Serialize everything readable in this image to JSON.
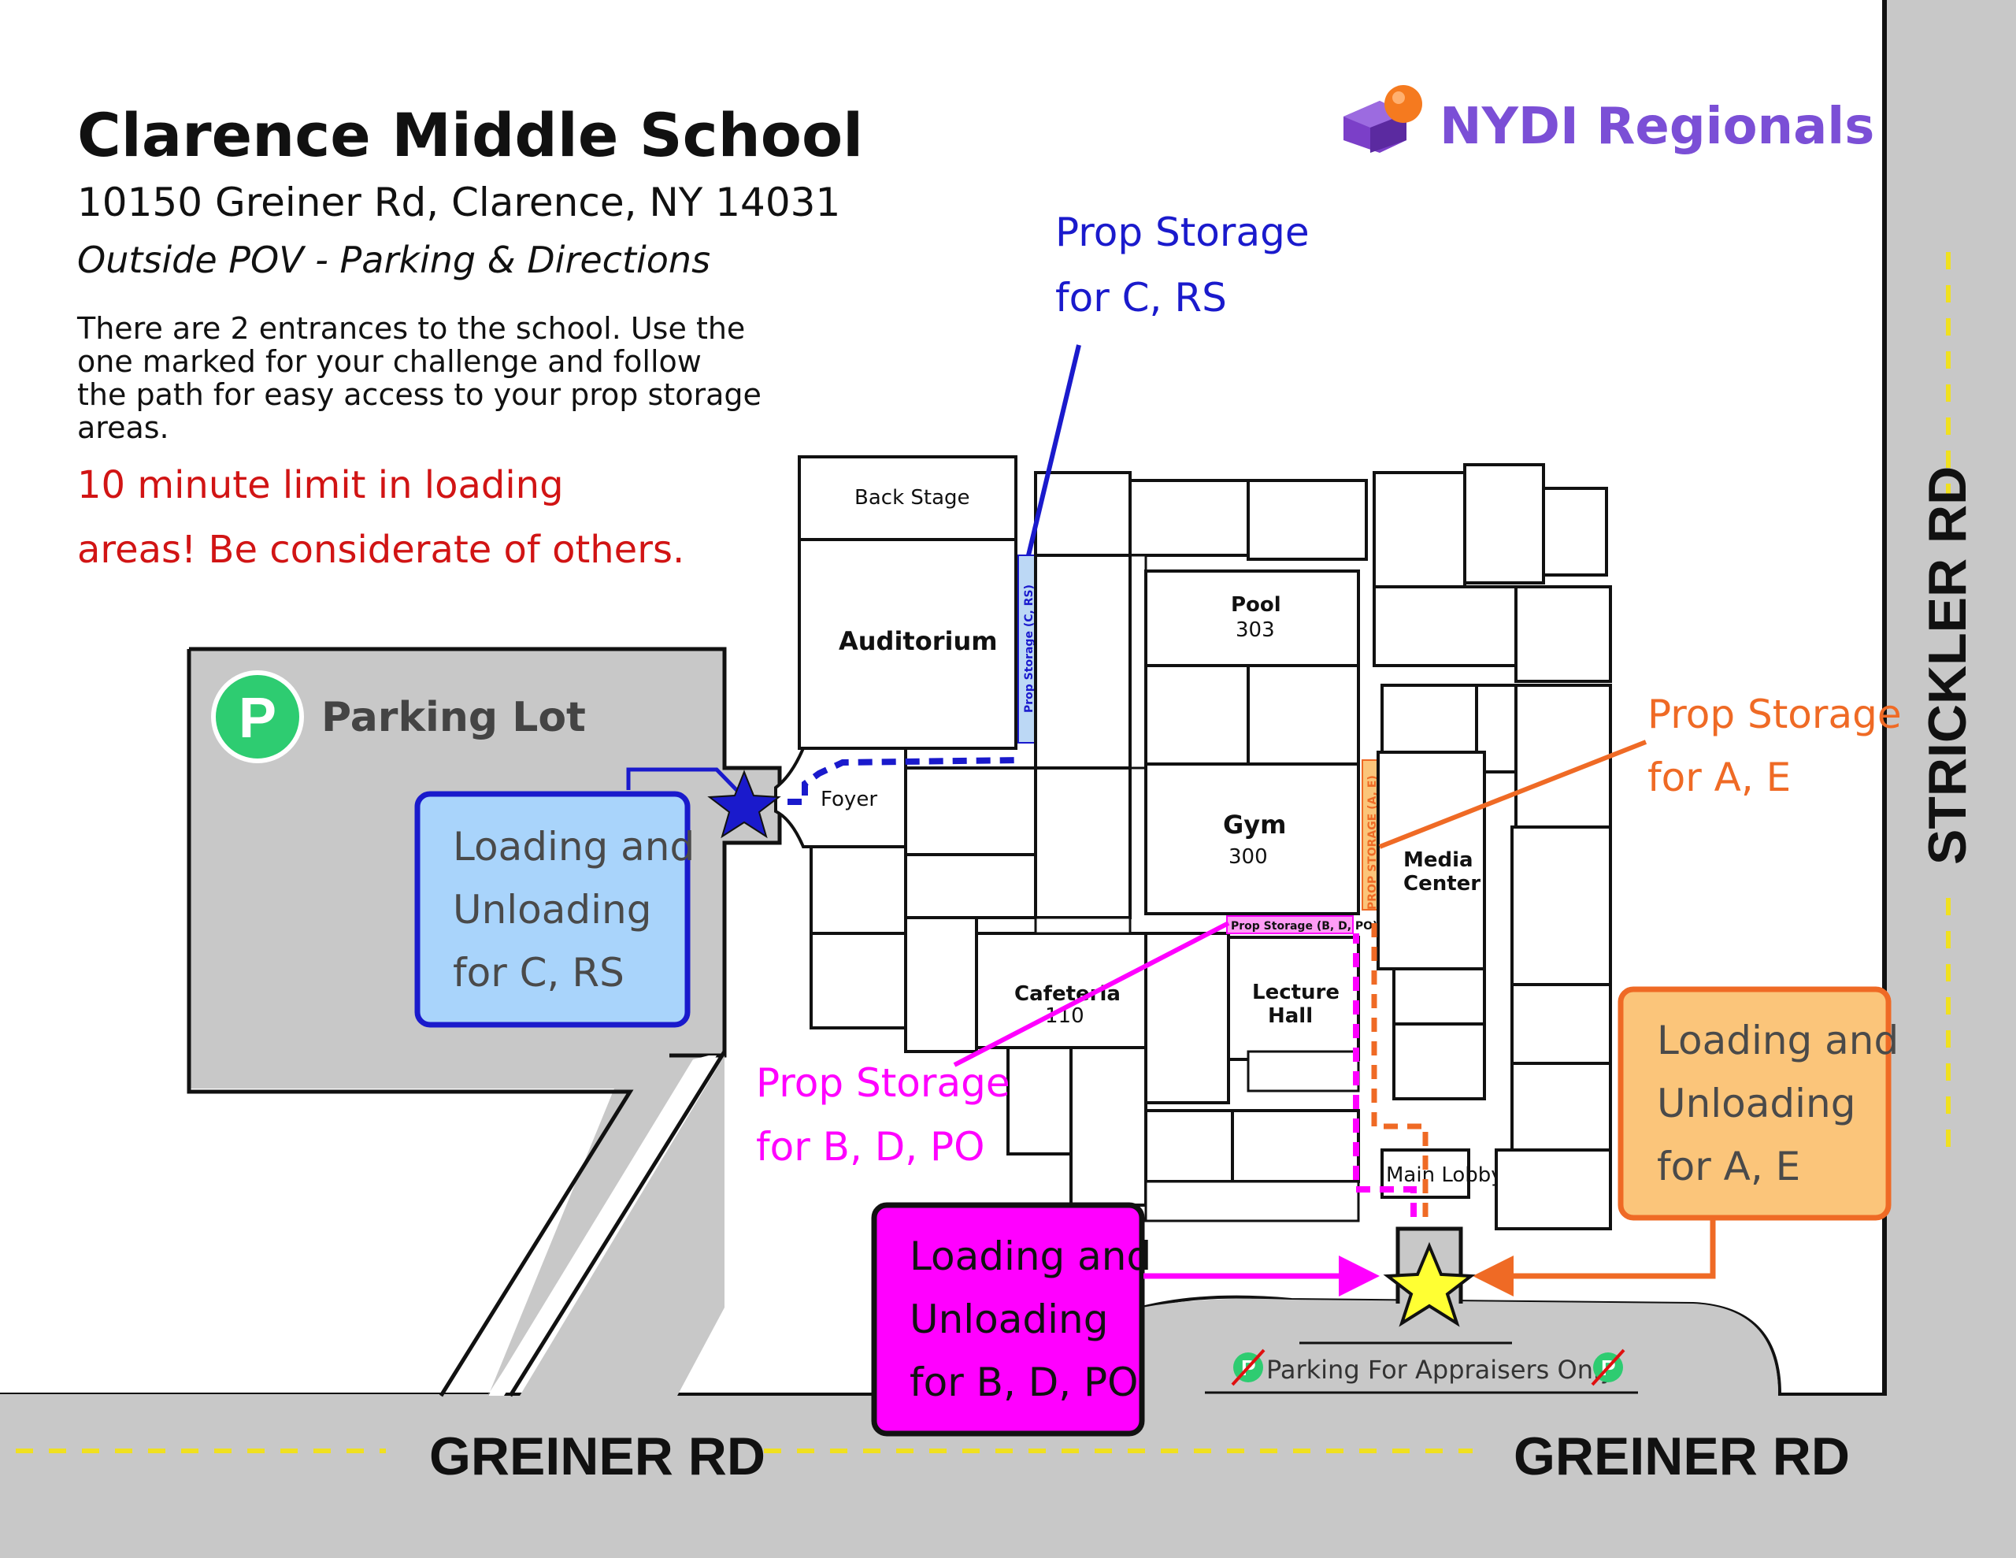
{
  "header": {
    "title": "Clarence Middle School",
    "address": "10150 Greiner Rd, Clarence, NY 14031",
    "subtitle": "Outside POV - Parking & Directions",
    "intro": [
      "There are 2 entrances to the school. Use the",
      "one marked for your challenge and follow",
      "the path for easy access to your prop storage",
      "areas."
    ],
    "warning": [
      "10 minute limit in loading",
      "areas! Be considerate of others."
    ]
  },
  "brand": {
    "name": "NYDI Regionals",
    "color": "#7b4fd6"
  },
  "roads": {
    "greiner_left": "GREINER RD",
    "greiner_right": "GREINER RD",
    "strickler": "STRICKLER RD"
  },
  "parking": {
    "icon_letter": "P",
    "label": "Parking Lot",
    "appraisers": "Parking For Appraisers Only"
  },
  "rooms": {
    "back_stage": "Back Stage",
    "auditorium": "Auditorium",
    "foyer": "Foyer",
    "pool": "Pool",
    "pool_num": "303",
    "gym": "Gym",
    "gym_num": "300",
    "media": [
      "Media",
      "Center"
    ],
    "lecture": [
      "Lecture",
      "Hall"
    ],
    "cafeteria": "Cafeteria",
    "cafeteria_num": "110",
    "main_lobby": "Main Lobby"
  },
  "storage_tags": {
    "c_rs": "Prop Storage (C, RS)",
    "a_e": "PROP STORAGE (A, E)",
    "b_d_po": "Prop Storage (B, D, PO)"
  },
  "callouts": {
    "c_rs": [
      "Prop Storage",
      "for C, RS"
    ],
    "a_e": [
      "Prop Storage",
      "for A, E"
    ],
    "b_d_po": [
      "Prop Storage",
      "for B, D, PO"
    ]
  },
  "loading": {
    "c_rs": [
      "Loading and",
      "Unloading",
      "for C, RS"
    ],
    "a_e": [
      "Loading and",
      "Unloading",
      "for A, E"
    ],
    "b_d_po": [
      "Loading and",
      "Unloading",
      "for B, D, PO"
    ]
  },
  "colors": {
    "blue": "#1a1acc",
    "orange": "#ef6a25",
    "magenta": "#ff00ff",
    "road": "#c8c8c8",
    "warning": "#d11414",
    "loading_blue_fill": "#a9d4fb",
    "loading_orange_fill": "#fbc57a",
    "star_yellow": "#ffff33"
  }
}
